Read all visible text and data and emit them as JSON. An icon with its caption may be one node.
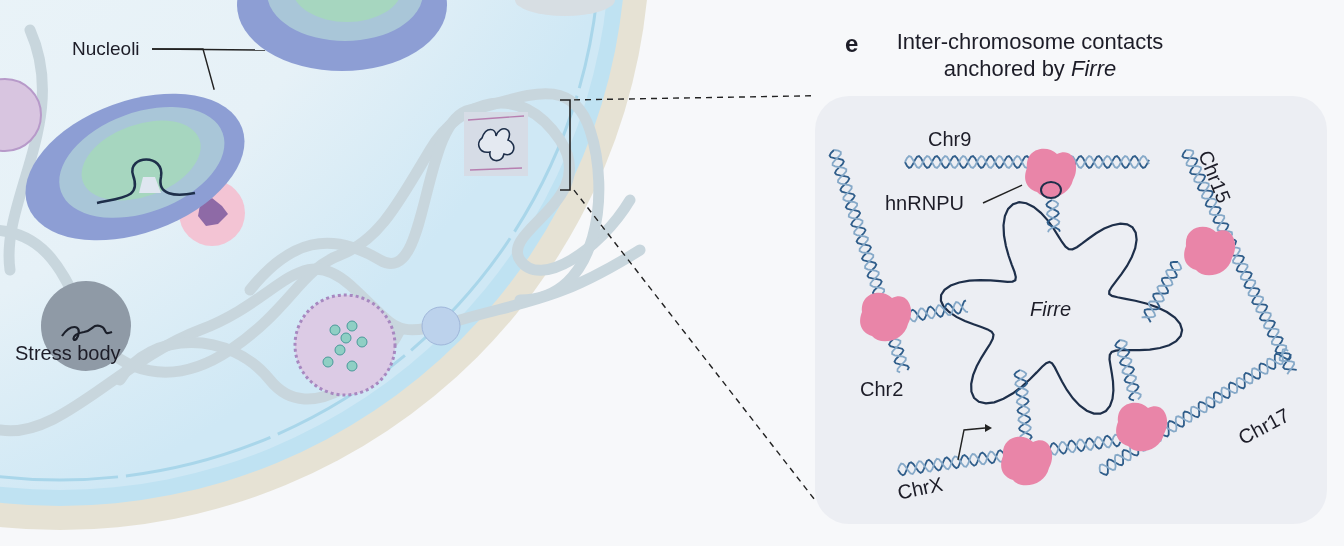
{
  "diagram": {
    "nodes": [
      {
        "text": [
          "Nucleoli"
        ]
      },
      {
        "text": [],
        "shape": "circle"
      },
      {
        "text": [],
        "shape": "circle"
      },
      {
        "text": [
          "Stress body"
        ]
      },
      {
        "text": [],
        "shape": "box"
      },
      {
        "text": [
          "e",
          "Inter-chromosome contacts anchored by *Firre*"
        ]
      },
      {
        "text": [
          "hnRNPU"
        ],
        "in": 5
      },
      {
        "text": [],
        "shape": "picture",
        "in": 5
      }
    ],
    "edges": [
      {
        "from": 0,
        "to": 1,
        "arrow": "none"
      },
      {
        "from": 0,
        "to": 2,
        "arrow": "none"
      },
      {
        "from": 4,
        "to": 5,
        "arrow": "none",
        "style": "dashed"
      },
      {
        "from": 4,
        "to": 5,
        "arrow": "none",
        "style": "dashed"
      },
      {
        "from": 6,
        "to": 7,
        "arrow": "none"
      }
    ],
    "labels": [
      "Chr9",
      "Chr15",
      "Firre",
      "Chr2",
      "Chr17",
      "ChrX"
    ]
  }
}
